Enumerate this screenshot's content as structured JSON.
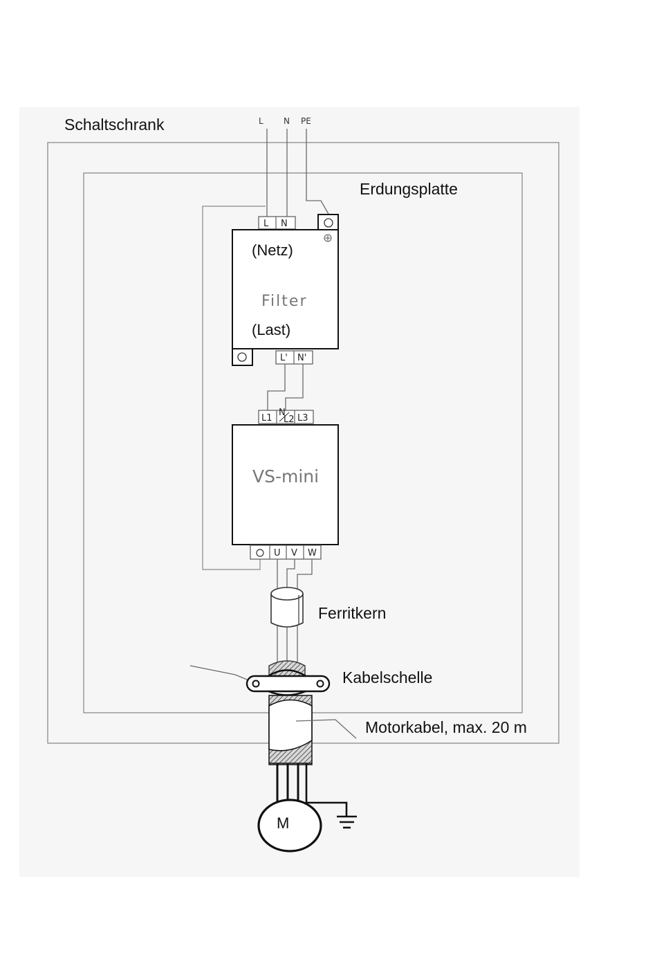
{
  "labels": {
    "cabinet": "Schaltschrank",
    "ground_plate": "Erdungsplatte",
    "ferrite": "Ferritkern",
    "clamp": "Kabelschelle",
    "motor_cable": "Motorkabel, max. 20 m"
  },
  "supply_terminals": {
    "l": "L",
    "n": "N",
    "pe": "PE"
  },
  "filter": {
    "name": "Filter",
    "line_side": "(Netz)",
    "load_side": "(Last)",
    "input_terminals": {
      "l": "L",
      "n": "N"
    },
    "output_terminals": {
      "l": "L'",
      "n": "N'"
    }
  },
  "inverter": {
    "name": "VS-mini",
    "input_terminals": {
      "l1": "L1",
      "n": "N",
      "l2": "L2",
      "l3": "L3"
    },
    "output_terminals": {
      "u": "U",
      "v": "V",
      "w": "W"
    }
  },
  "motor": {
    "label": "M"
  }
}
